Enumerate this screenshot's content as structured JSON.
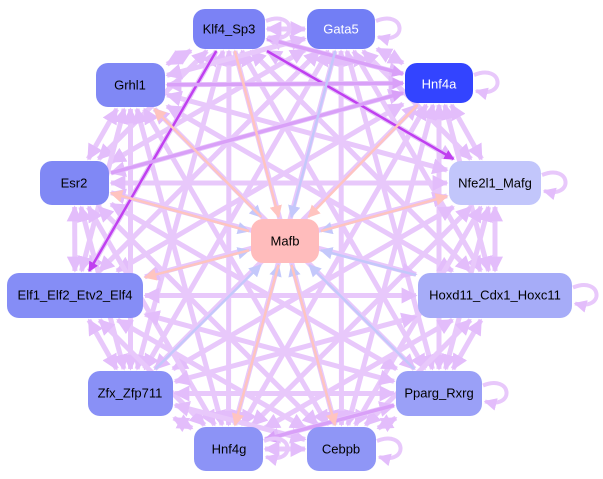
{
  "diagram": {
    "type": "regulatory-network",
    "center_node": "Mafb",
    "nodes": [
      {
        "id": "Klf4_Sp3",
        "label": "Klf4_Sp3",
        "color": "#7b82f5",
        "text_color": "#000000"
      },
      {
        "id": "Gata5",
        "label": "Gata5",
        "color": "#727ef5",
        "text_color": "#ffffff"
      },
      {
        "id": "Hnf4a",
        "label": "Hnf4a",
        "color": "#3344ff",
        "text_color": "#ffffff"
      },
      {
        "id": "Grhl1",
        "label": "Grhl1",
        "color": "#8088f5",
        "text_color": "#000000"
      },
      {
        "id": "Nfe2l1_Mafg",
        "label": "Nfe2l1_Mafg",
        "color": "#c2c6fb",
        "text_color": "#000000"
      },
      {
        "id": "Esr2",
        "label": "Esr2",
        "color": "#8088f5",
        "text_color": "#000000"
      },
      {
        "id": "Mafb",
        "label": "Mafb",
        "color": "#ffbcbc",
        "text_color": "#000000"
      },
      {
        "id": "Elf1_Elf2_Etv2_Elf4",
        "label": "Elf1_Elf2_Etv2_Elf4",
        "color": "#858df6",
        "text_color": "#000000"
      },
      {
        "id": "Hoxd11_Cdx1_Hoxc11",
        "label": "Hoxd11_Cdx1_Hoxc11",
        "color": "#a6acf8",
        "text_color": "#000000"
      },
      {
        "id": "Zfx_Zfp711",
        "label": "Zfx_Zfp711",
        "color": "#8990f6",
        "text_color": "#000000"
      },
      {
        "id": "Pparg_Rxrg",
        "label": "Pparg_Rxrg",
        "color": "#9aa0f7",
        "text_color": "#000000"
      },
      {
        "id": "Hnf4g",
        "label": "Hnf4g",
        "color": "#8c93f6",
        "text_color": "#000000"
      },
      {
        "id": "Cebpb",
        "label": "Cebpb",
        "color": "#8f96f6",
        "text_color": "#000000"
      }
    ],
    "edge_colors": {
      "mutual": "#e8c8fb",
      "strong": "#c040f0",
      "medium": "#d9a0f8",
      "to_center_pos": "#ffc4c0",
      "to_center_neg": "#c4c8fb"
    },
    "edges_to_center": [
      {
        "from": "Klf4_Sp3",
        "color": "to_center_pos"
      },
      {
        "from": "Gata5",
        "color": "to_center_neg"
      },
      {
        "from": "Hnf4a",
        "color": "to_center_pos"
      },
      {
        "from": "Grhl1",
        "color": "to_center_neg"
      },
      {
        "from": "Nfe2l1_Mafg",
        "color": "to_center_neg"
      },
      {
        "from": "Esr2",
        "color": "to_center_neg"
      },
      {
        "from": "Elf1_Elf2_Etv2_Elf4",
        "color": "to_center_neg"
      },
      {
        "from": "Hoxd11_Cdx1_Hoxc11",
        "color": "to_center_neg"
      },
      {
        "from": "Zfx_Zfp711",
        "color": "to_center_neg"
      },
      {
        "from": "Pparg_Rxrg",
        "color": "to_center_neg"
      },
      {
        "from": "Hnf4g",
        "color": "to_center_neg"
      },
      {
        "from": "Cebpb",
        "color": "to_center_neg"
      }
    ],
    "edges_from_center": [
      {
        "to": "Grhl1",
        "color": "to_center_pos"
      },
      {
        "to": "Esr2",
        "color": "to_center_pos"
      },
      {
        "to": "Elf1_Elf2_Etv2_Elf4",
        "color": "to_center_pos"
      },
      {
        "to": "Nfe2l1_Mafg",
        "color": "to_center_pos"
      },
      {
        "to": "Hnf4g",
        "color": "to_center_pos"
      },
      {
        "to": "Cebpb",
        "color": "to_center_pos"
      }
    ],
    "highlight_edges": [
      {
        "from": "Klf4_Sp3",
        "to": "Elf1_Elf2_Etv2_Elf4",
        "color": "strong"
      },
      {
        "from": "Klf4_Sp3",
        "to": "Nfe2l1_Mafg",
        "color": "strong"
      },
      {
        "from": "Klf4_Sp3",
        "to": "Hnf4a",
        "color": "medium"
      },
      {
        "from": "Esr2",
        "to": "Hnf4a",
        "color": "medium"
      },
      {
        "from": "Grhl1",
        "to": "Hnf4a",
        "color": "medium"
      },
      {
        "from": "Pparg_Rxrg",
        "to": "Hnf4g",
        "color": "medium"
      }
    ],
    "self_loops": [
      "Klf4_Sp3",
      "Gata5",
      "Hnf4a",
      "Nfe2l1_Mafg",
      "Hoxd11_Cdx1_Hoxc11",
      "Pparg_Rxrg",
      "Hnf4g",
      "Cebpb"
    ]
  }
}
